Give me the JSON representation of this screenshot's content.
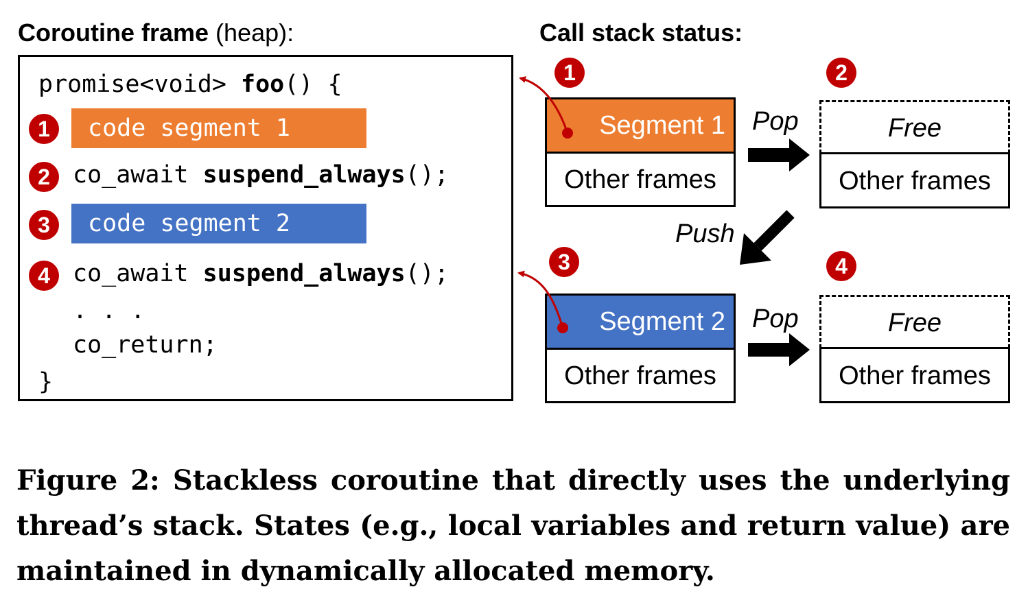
{
  "headings": {
    "coroutine_bold": "Coroutine frame",
    "coroutine_rest": " (heap):",
    "callstack": "Call stack status:"
  },
  "code": {
    "line1_pre": "promise<void> ",
    "line1_fn": "foo",
    "line1_post": "() {",
    "segment1": "code segment 1",
    "await_kw": "co_await ",
    "await_fn": "suspend_always",
    "await_post": "();",
    "segment2": "code segment 2",
    "ellipsis": ". . .",
    "co_return": "co_return;",
    "close": "}"
  },
  "badges": [
    "1",
    "2",
    "3",
    "4"
  ],
  "stack": {
    "segment1": "Segment 1",
    "segment2": "Segment 2",
    "other": "Other frames",
    "free": "Free",
    "pop": "Pop",
    "push": "Push"
  },
  "colors": {
    "segment1": "#ed7d31",
    "segment2": "#4472c4",
    "badge": "#c00000",
    "arrow_red": "#c00000"
  },
  "caption": "Figure 2: Stackless coroutine that directly uses the underlying thread’s stack. States (e.g., local variables and return value) are maintained in dynamically allocated memory."
}
